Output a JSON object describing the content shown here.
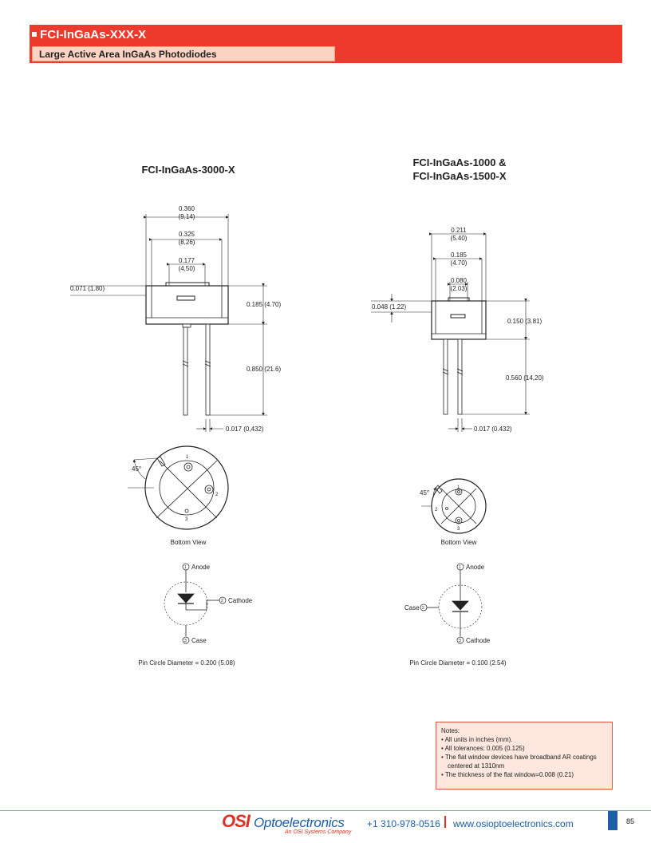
{
  "header": {
    "title": "FCI-InGaAs-XXX-X",
    "subtitle": "Large Active Area InGaAs Photodiodes"
  },
  "left_diagram": {
    "title": "FCI-InGaAs-3000-X",
    "dim_width_outer": "0.360",
    "dim_width_outer_mm": "(9,14)",
    "dim_width_inner": "0.325",
    "dim_width_inner_mm": "(8,26)",
    "dim_window": "0.177",
    "dim_window_mm": "(4,50)",
    "dim_window_depth": "0.071 (1.80)",
    "dim_body_height": "0.185 (4.70)",
    "dim_lead_length": "0.850 (21.6)",
    "dim_lead_dia": "0.017 (0,432)",
    "angle": "45°",
    "pin1": "1",
    "pin2": "2",
    "pin3": "3",
    "bottom_view": "Bottom View",
    "anode": "Anode",
    "cathode": "Cathode",
    "case": "Case",
    "pin_circle": "Pin Circle Diameter = 0.200 (5.08)"
  },
  "right_diagram": {
    "title_line1": "FCI-InGaAs-1000 &",
    "title_line2": "FCI-InGaAs-1500-X",
    "dim_width_outer": "0.211",
    "dim_width_outer_mm": "(5.40)",
    "dim_width_inner": "0.185",
    "dim_width_inner_mm": "(4.70)",
    "dim_window": "0.080",
    "dim_window_mm": "(2.03)",
    "dim_window_depth": "0.048 (1.22)",
    "dim_body_height": "0.150 (3.81)",
    "dim_lead_length": "0.560 (14,20)",
    "dim_lead_dia": "0.017 (0.432)",
    "angle": "45°",
    "pin1": "1",
    "pin2": "2",
    "pin3": "3",
    "bottom_view": "Bottom View",
    "anode": "Anode",
    "cathode": "Cathode",
    "case": "Case",
    "pin_circle": "Pin Circle Diameter = 0.100 (2.54)"
  },
  "notes": {
    "heading": "Notes:",
    "item1": "• All units in inches (mm).",
    "item2": "• All tolerances: 0.005 (0.125)",
    "item3a": "• The flat window devices have broadband AR coatings",
    "item3b": "centered at 1310nm",
    "item4": "• The thickness of the flat window=0.008 (0.21)"
  },
  "footer": {
    "logo_osi": "OSI",
    "logo_opto": "Optoelectronics",
    "logo_sub": "An OSI Systems Company",
    "phone": "+1 310-978-0516",
    "website": "www.osioptoelectronics.com",
    "page": "85"
  },
  "colors": {
    "brand_red": "#ec3a2c",
    "brand_blue": "#1e5da8",
    "notes_bg": "#fde7df"
  }
}
